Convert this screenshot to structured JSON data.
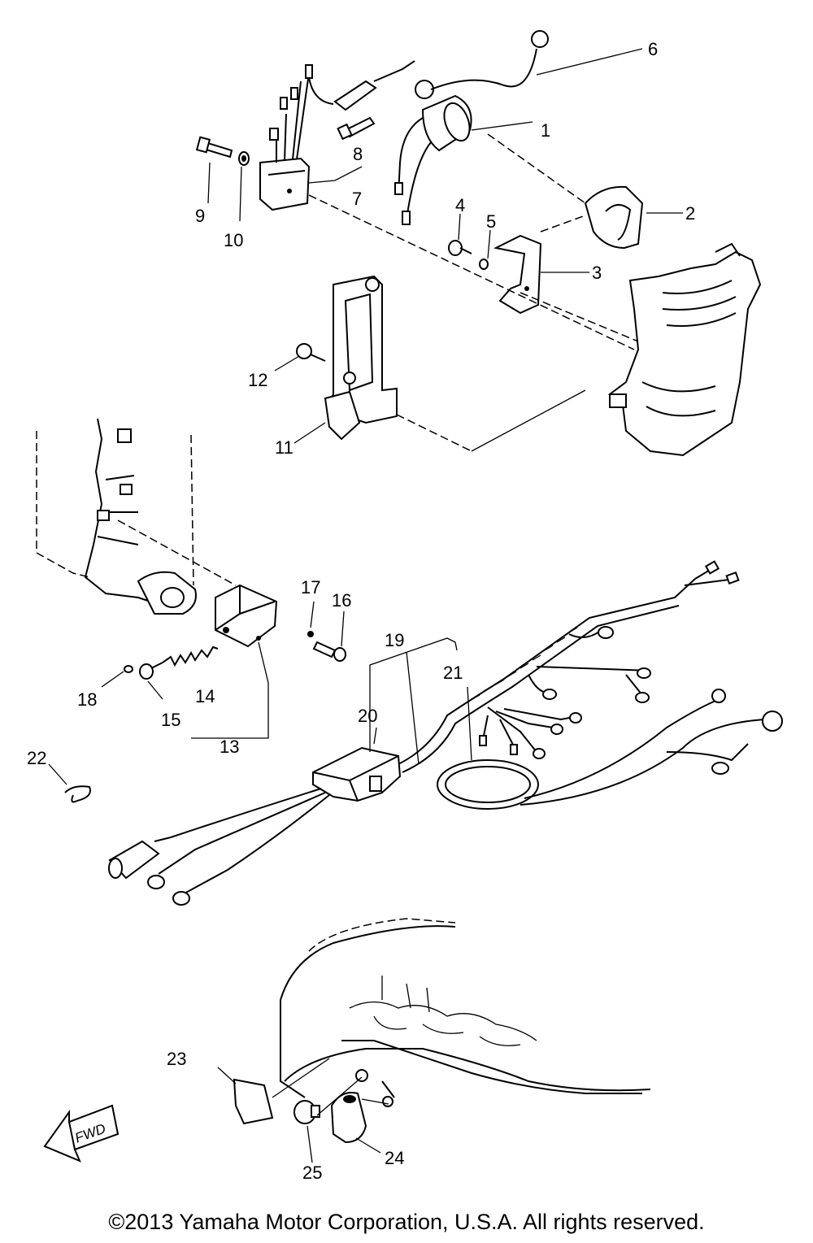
{
  "copyright": "©2013 Yamaha Motor Corporation, U.S.A. All rights reserved.",
  "fwd_label": "FWD",
  "labels": {
    "p1": "1",
    "p2": "2",
    "p3": "3",
    "p4": "4",
    "p5": "5",
    "p6": "6",
    "p7": "7",
    "p8": "8",
    "p9": "9",
    "p10": "10",
    "p11": "11",
    "p12": "12",
    "p13": "13",
    "p14": "14",
    "p15": "15",
    "p16": "16",
    "p17": "17",
    "p18": "18",
    "p19": "19",
    "p20": "20",
    "p21": "21",
    "p22": "22",
    "p23": "23",
    "p24": "24",
    "p25": "25"
  }
}
